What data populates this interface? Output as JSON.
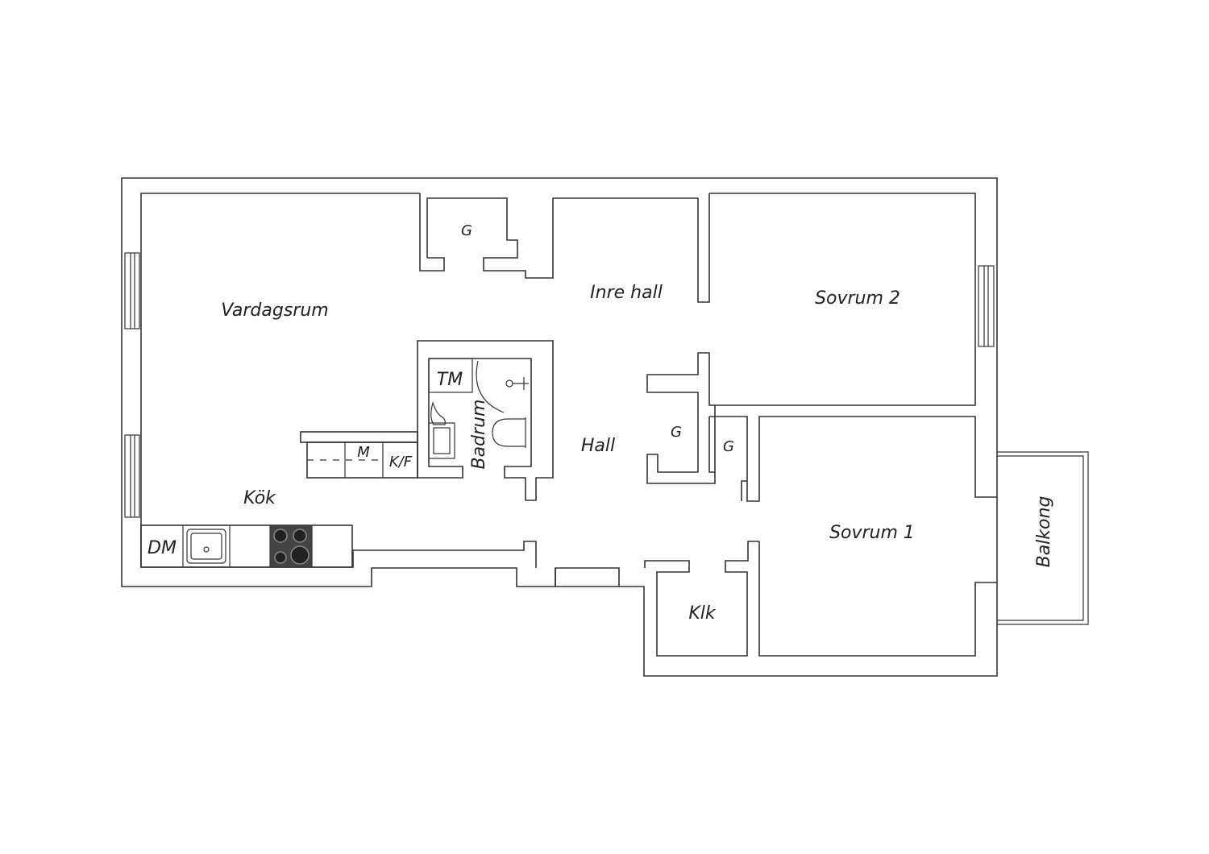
{
  "rooms": {
    "vardagsrum": "Vardagsrum",
    "kok": "Kök",
    "inre_hall": "Inre hall",
    "hall": "Hall",
    "sovrum1": "Sovrum 1",
    "sovrum2": "Sovrum 2",
    "badrum": "Badrum",
    "klk": "Klk",
    "balkong": "Balkong"
  },
  "fixtures": {
    "g_top": "G",
    "g_mid": "G",
    "g_right": "G",
    "tm": "TM",
    "m": "M",
    "kf": "K/F",
    "dm": "DM"
  },
  "colors": {
    "wall": "#333333",
    "stove": "#444444",
    "background": "#ffffff"
  }
}
